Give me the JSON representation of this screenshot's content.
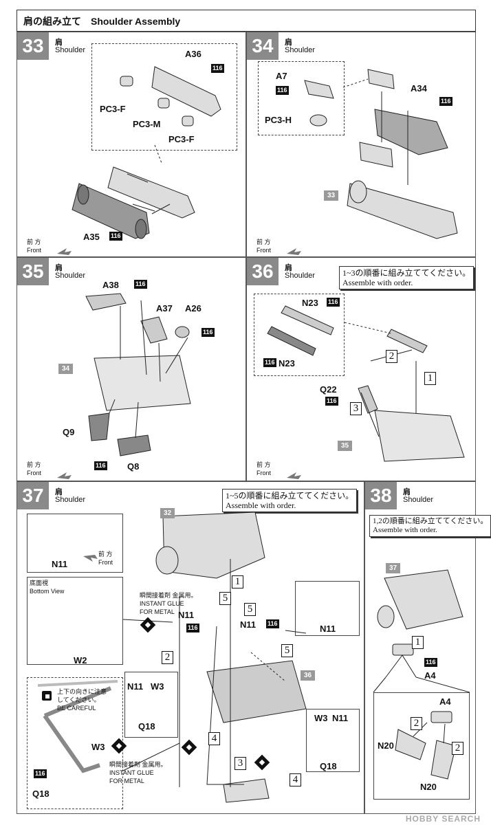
{
  "header": {
    "title": "肩の組み立て　Shoulder Assembly"
  },
  "steps": {
    "s33": {
      "num": "33",
      "jp": "肩",
      "en": "Shoulder",
      "front_jp": "前 方",
      "front_en": "Front",
      "labels": {
        "a36": "A36",
        "pc3f_1": "PC3-F",
        "pc3m": "PC3-M",
        "pc3f_2": "PC3-F",
        "a35": "A35"
      },
      "code": "116"
    },
    "s34": {
      "num": "34",
      "jp": "肩",
      "en": "Shoulder",
      "front_jp": "前 方",
      "front_en": "Front",
      "labels": {
        "a7": "A7",
        "pc3h": "PC3-H",
        "a34": "A34"
      },
      "ref": "33",
      "code": "116"
    },
    "s35": {
      "num": "35",
      "jp": "肩",
      "en": "Shoulder",
      "front_jp": "前 方",
      "front_en": "Front",
      "labels": {
        "a38": "A38",
        "a37": "A37",
        "a26": "A26",
        "q9": "Q9",
        "q8": "Q8"
      },
      "ref": "34",
      "code": "116"
    },
    "s36": {
      "num": "36",
      "jp": "肩",
      "en": "Shoulder",
      "front_jp": "前 方",
      "front_en": "Front",
      "note_jp": "1~3の順番に組み立ててください。",
      "note_en": "Assemble with order.",
      "labels": {
        "n23a": "N23",
        "n23b": "N23",
        "q22": "Q22"
      },
      "ref": "35",
      "code": "116",
      "order": [
        "1",
        "2",
        "3"
      ]
    },
    "s37": {
      "num": "37",
      "jp": "肩",
      "en": "Shoulder",
      "front_jp": "前 方",
      "front_en": "Front",
      "note_jp": "1~5の順番に組み立ててください。",
      "note_en": "Assemble with order.",
      "bottom_jp": "底面視",
      "bottom_en": "Bottom View",
      "glue_jp": "瞬間接着剤 金属用。",
      "glue_en1": "INSTANT GLUE",
      "glue_en2": "FOR METAL",
      "careful_jp1": "上下の向きに注意",
      "careful_jp2": "してください。",
      "careful_en": "BE CAREFUL",
      "labels": {
        "n11a": "N11",
        "n11b": "N11",
        "n11c": "N11",
        "n11d": "N11",
        "n11e": "N11",
        "w2": "W2",
        "w3a": "W3",
        "w3b": "W3",
        "w3c": "W3",
        "q18a": "Q18",
        "q18b": "Q18",
        "q18c": "Q18"
      },
      "ref32": "32",
      "ref36": "36",
      "code": "116",
      "order": [
        "1",
        "2",
        "3",
        "4",
        "4",
        "5",
        "5",
        "5"
      ]
    },
    "s38": {
      "num": "38",
      "jp": "肩",
      "en": "Shoulder",
      "note_jp": "1,2の順番に組み立ててください。",
      "note_en": "Assemble with order.",
      "labels": {
        "a4a": "A4",
        "a4b": "A4",
        "n20a": "N20",
        "n20b": "N20"
      },
      "ref": "37",
      "code": "116",
      "order": [
        "1",
        "2",
        "2"
      ]
    }
  },
  "watermark": "HOBBY SEARCH"
}
